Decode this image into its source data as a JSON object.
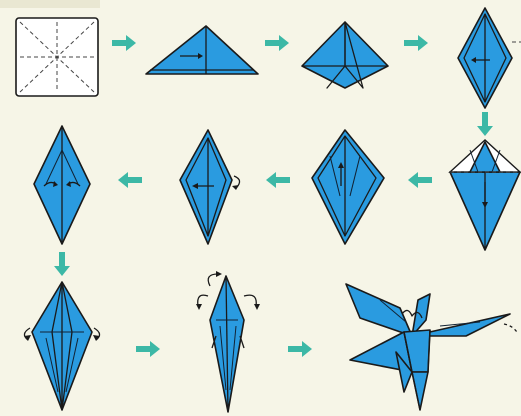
{
  "diagram": {
    "steps": [
      {
        "id": 1,
        "shape": "square-with-diagonals"
      },
      {
        "id": 2,
        "shape": "triangle-fold"
      },
      {
        "id": 3,
        "shape": "square-base"
      },
      {
        "id": 4,
        "shape": "diamond"
      },
      {
        "id": 5,
        "shape": "petal-fold"
      },
      {
        "id": 6,
        "shape": "kite"
      },
      {
        "id": 7,
        "shape": "kite-flip"
      },
      {
        "id": 8,
        "shape": "diamond"
      },
      {
        "id": 9,
        "shape": "fold-edges"
      },
      {
        "id": 10,
        "shape": "narrow-points"
      },
      {
        "id": 11,
        "shape": "lily-flower"
      }
    ],
    "arrow_color": "#3cb8a6",
    "paper_color": "#2a9be0",
    "background": "#f6f5e7"
  }
}
